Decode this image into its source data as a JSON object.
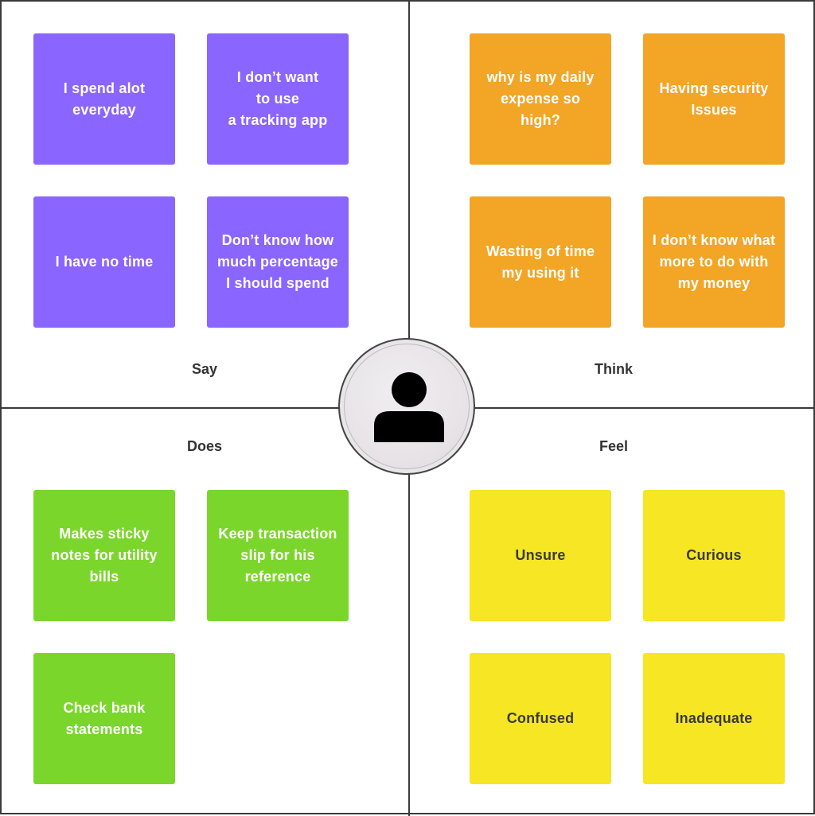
{
  "quadrants": {
    "say": {
      "label": "Say",
      "notes": [
        "I spend alot\neveryday",
        "I don’t want\nto use\na tracking app",
        "I have no time",
        "Don’t know how\nmuch percentage\nI should spend"
      ]
    },
    "think": {
      "label": "Think",
      "notes": [
        "why is my daily\nexpense so\nhigh?",
        "Having security\nIssues",
        "Wasting of time\nmy using it",
        "I don’t know what\nmore to do with\nmy money"
      ]
    },
    "does": {
      "label": "Does",
      "notes": [
        "Makes sticky\nnotes for utility\nbills",
        "Keep transaction\nslip for his\nreference",
        "Check bank\nstatements"
      ]
    },
    "feel": {
      "label": "Feel",
      "notes": [
        "Unsure",
        "Curious",
        "Confused",
        "Inadequate"
      ]
    }
  },
  "colors": {
    "say": "#8b65ff",
    "think": "#f3a526",
    "does": "#7bd62b",
    "feel": "#f6e623",
    "divider": "#3a3a3a"
  },
  "persona_icon": "user-silhouette-icon"
}
